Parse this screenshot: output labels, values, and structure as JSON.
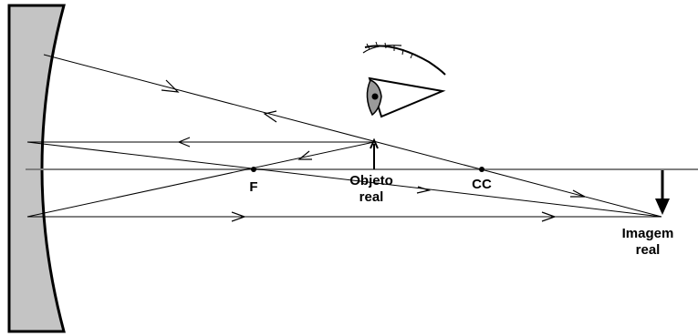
{
  "labels": {
    "focus": "F",
    "object_line1": "Objeto",
    "object_line2": "real",
    "center_of_curvature": "CC",
    "image_line1": "Imagem",
    "image_line2": "real"
  },
  "colors": {
    "mirror_fill": "#c4c4c4",
    "axis": "#808080",
    "ray": "#000000",
    "eye_iris": "#9a9a9a"
  },
  "icons": {
    "eye": "eye-icon"
  }
}
